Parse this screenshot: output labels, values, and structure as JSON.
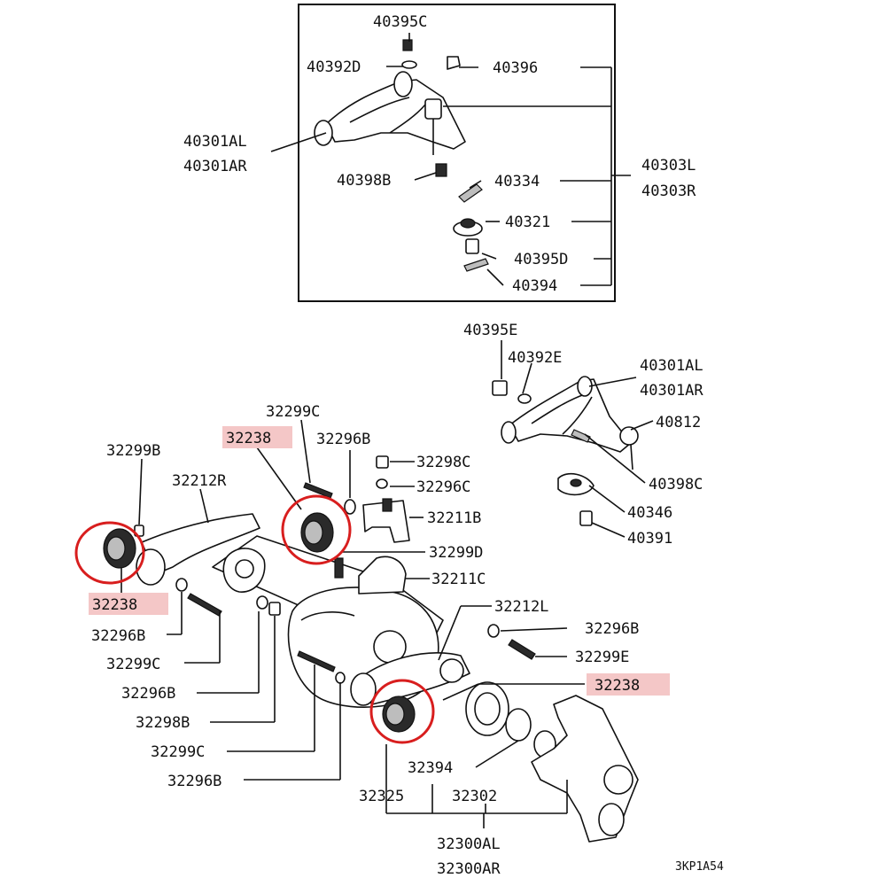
{
  "colors": {
    "highlight": "#f4c7c7",
    "circle": "#d81e1e",
    "ink": "#111111"
  },
  "inset": {
    "labels": {
      "p40395C": "40395C",
      "p40392D": "40392D",
      "p40396": "40396",
      "p40301AL": "40301AL",
      "p40301AR": "40301AR",
      "p40303L": "40303L",
      "p40303R": "40303R",
      "p40398B": "40398B",
      "p40334": "40334",
      "p40321": "40321",
      "p40395D": "40395D",
      "p40394": "40394"
    }
  },
  "main": {
    "labels": {
      "p40395E": "40395E",
      "p40392E": "40392E",
      "p40301AL": "40301AL",
      "p40301AR": "40301AR",
      "p40812": "40812",
      "p40398C": "40398C",
      "p40346": "40346",
      "p40391": "40391",
      "p32299C_top": "32299C",
      "p32238_top": "32238",
      "p32296B_top": "32296B",
      "p32299B": "32299B",
      "p32212R": "32212R",
      "p32298C": "32298C",
      "p32296C": "32296C",
      "p32211B": "32211B",
      "p32299D": "32299D",
      "p32211C": "32211C",
      "p32238_left": "32238",
      "p32296B_a": "32296B",
      "p32299C_a": "32299C",
      "p32296B_b": "32296B",
      "p32298B": "32298B",
      "p32299C_b": "32299C",
      "p32296B_c": "32296B",
      "p32212L": "32212L",
      "p32296B_right": "32296B",
      "p32299E": "32299E",
      "p32238_right": "32238",
      "p32394": "32394",
      "p32325": "32325",
      "p32302": "32302",
      "p32300AL": "32300AL",
      "p32300AR": "32300AR"
    }
  },
  "figure_code": "3KP1A54"
}
